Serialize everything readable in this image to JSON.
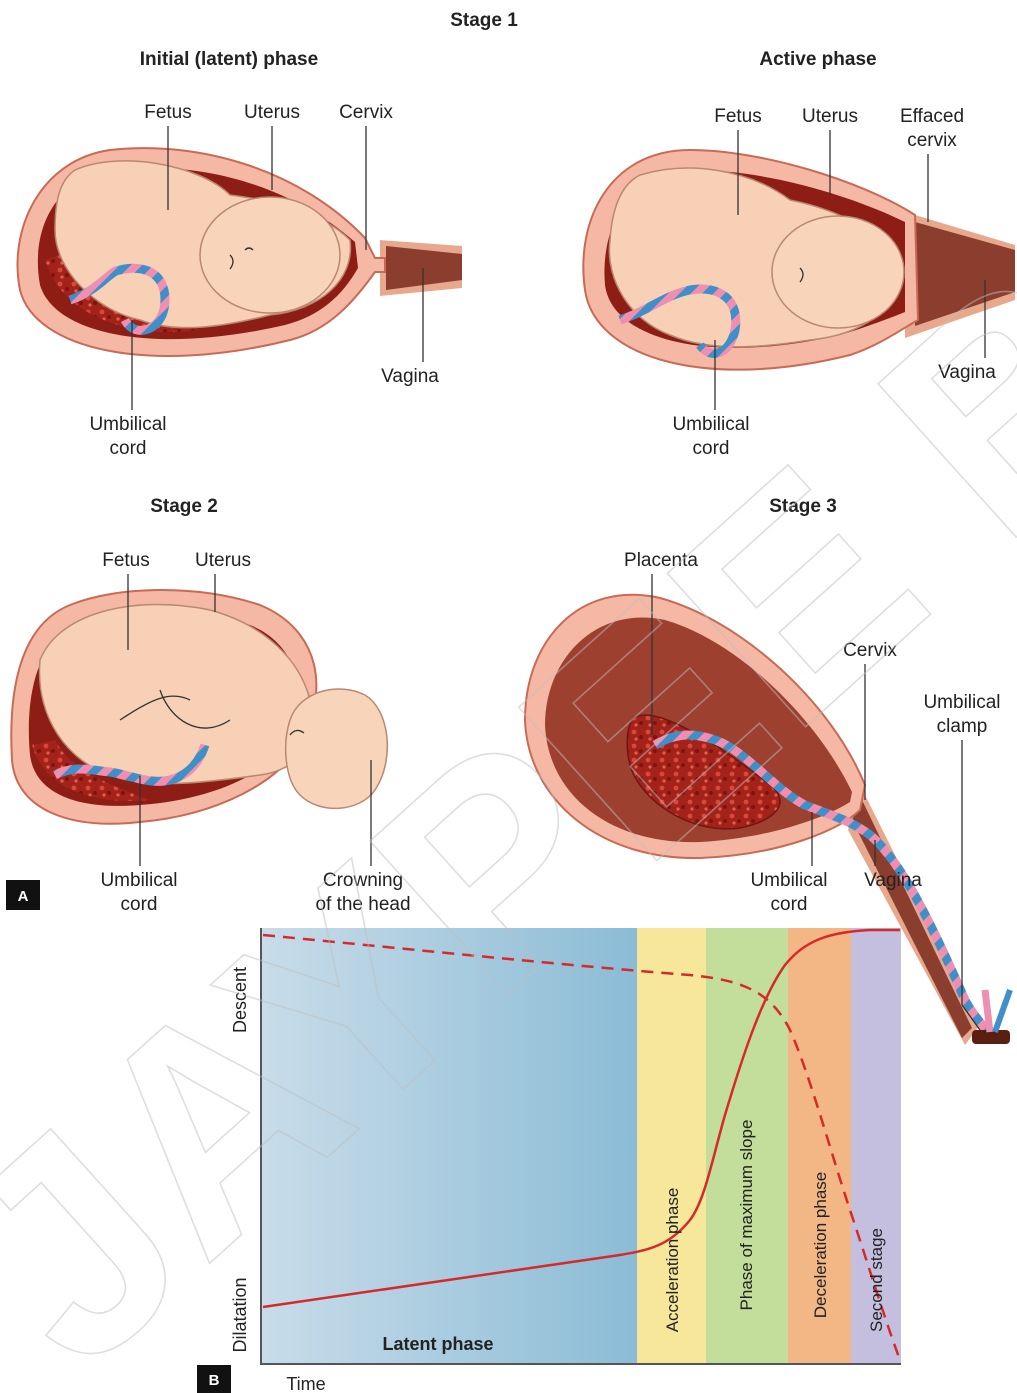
{
  "panel_a": {
    "letter": "A",
    "stage1": {
      "title": "Stage 1",
      "latent": {
        "title": "Initial (latent) phase",
        "labels": {
          "fetus": "Fetus",
          "uterus": "Uterus",
          "cervix": "Cervix",
          "vagina": "Vagina",
          "cord_1": "Umbilical",
          "cord_2": "cord"
        }
      },
      "active": {
        "title": "Active phase",
        "labels": {
          "fetus": "Fetus",
          "uterus": "Uterus",
          "cervix_1": "Effaced",
          "cervix_2": "cervix",
          "vagina": "Vagina",
          "cord_1": "Umbilical",
          "cord_2": "cord"
        }
      }
    },
    "stage2": {
      "title": "Stage 2",
      "labels": {
        "fetus": "Fetus",
        "uterus": "Uterus",
        "cord_1": "Umbilical",
        "cord_2": "cord",
        "crown_1": "Crowning",
        "crown_2": "of the head"
      }
    },
    "stage3": {
      "title": "Stage 3",
      "labels": {
        "placenta": "Placenta",
        "cervix": "Cervix",
        "clamp_1": "Umbilical",
        "clamp_2": "clamp",
        "cord_1": "Umbilical",
        "cord_2": "cord",
        "vagina": "Vagina"
      }
    }
  },
  "panel_b": {
    "letter": "B",
    "y_label_top": "Descent",
    "y_label_bottom": "Dilatation",
    "x_label": "Time",
    "latent_label": "Latent phase",
    "phases": [
      "Acceleration phase",
      "Phase of maximum slope",
      "Deceleration phase",
      "Second stage"
    ],
    "colors": {
      "latent_left": "#c8dce9",
      "latent_right": "#8bbcd6",
      "acceleration": "#f7e79a",
      "max_slope": "#c3dd9a",
      "deceleration": "#f2b785",
      "second_stage": "#c4bedf",
      "curve": "#d62a2a"
    }
  },
  "watermark": "JAYPEE BROTHERS"
}
